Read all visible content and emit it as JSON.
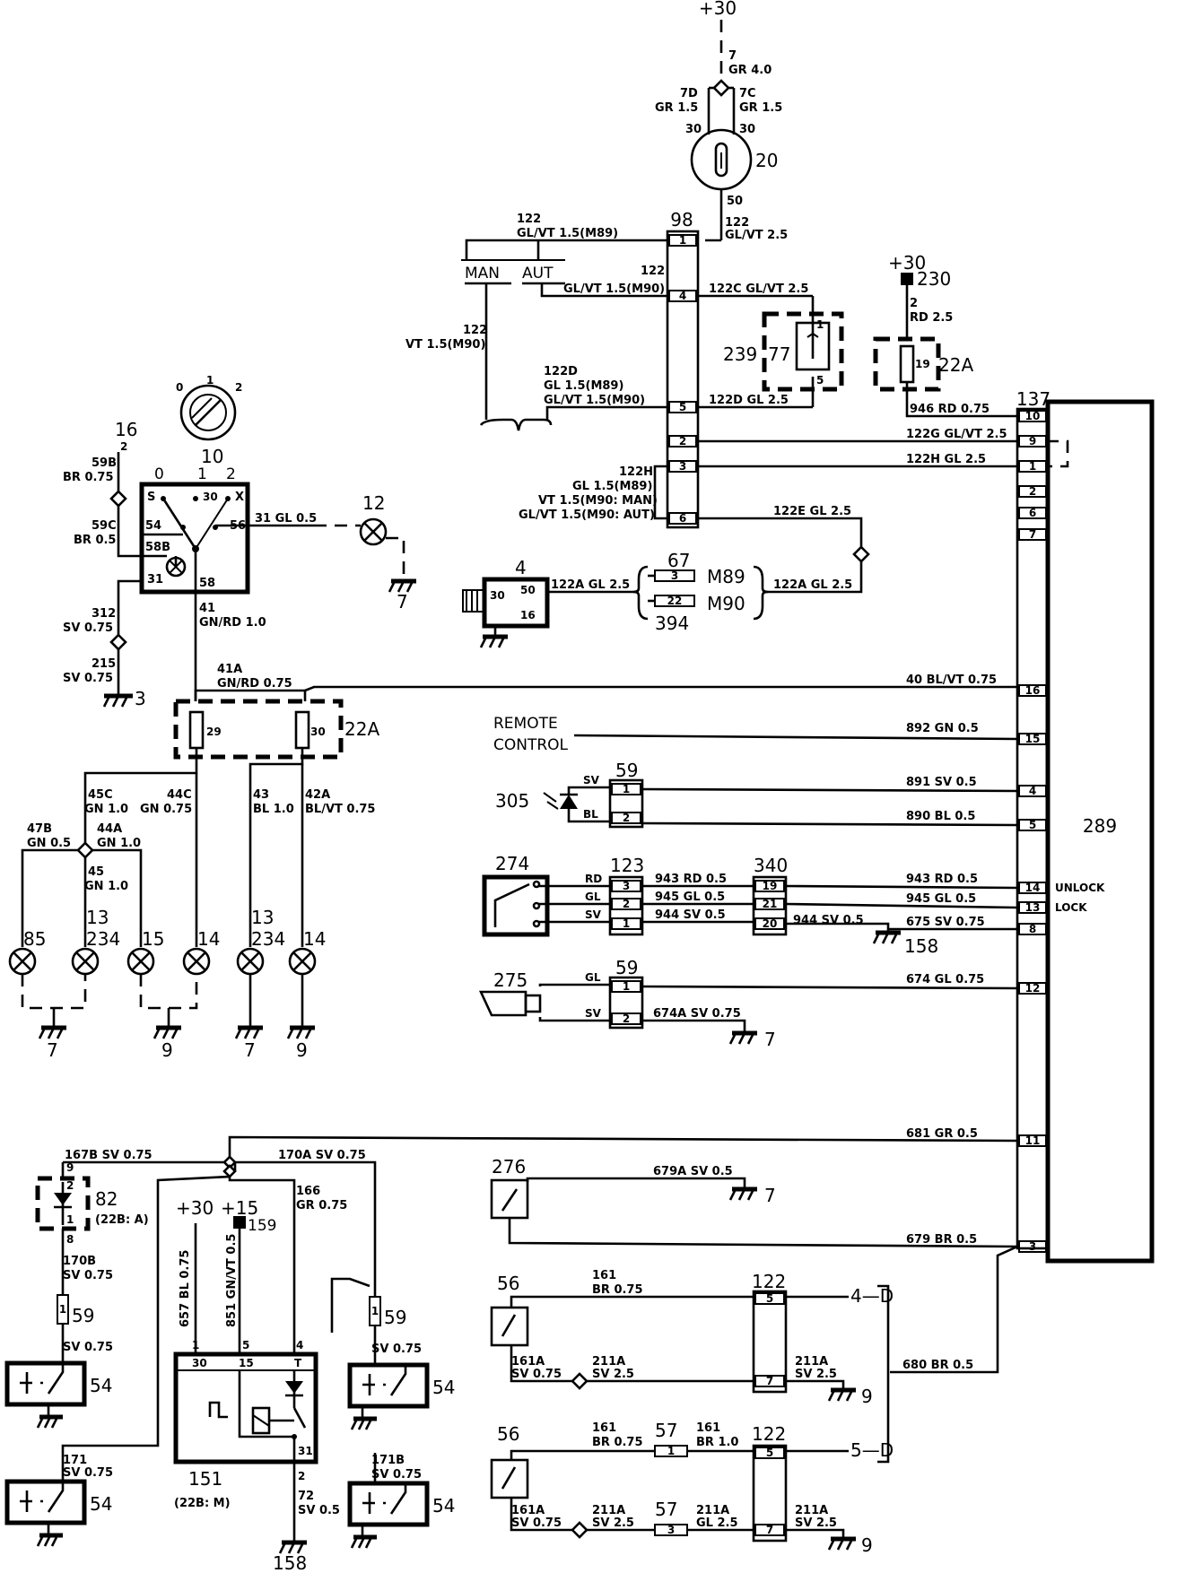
{
  "components": {
    "c20": "20",
    "c98": "98",
    "c230": "230",
    "c22a_top": "22A",
    "c239": "239",
    "c77": "77",
    "c10": "10",
    "c16": "16",
    "c12": "12",
    "c4": "4",
    "c67": "67",
    "c394": "394",
    "c22a_mid": "22A",
    "c137": "137",
    "c289": "289",
    "c59_a": "59",
    "c305": "305",
    "c274": "274",
    "c123": "123",
    "c340": "340",
    "c275": "275",
    "c59_b": "59",
    "c85": "85",
    "c13a": "13",
    "c234a": "234",
    "c15": "15",
    "c14a": "14",
    "c13b": "13",
    "c234b": "234",
    "c14b": "14",
    "c276": "276",
    "c56a": "56",
    "c56b": "56",
    "c122a": "122",
    "c122b": "122",
    "c57a": "57",
    "c57b": "57",
    "c82": "82",
    "c82sub": "(22B: A)",
    "c59_c": "59",
    "c59_d": "59",
    "c159": "159",
    "c151": "151",
    "c151sub": "(22B: M)",
    "c54a": "54",
    "c54b": "54",
    "c54c": "54",
    "c54d": "54"
  },
  "supplies": {
    "p30_top": "+30",
    "p30_230": "+30",
    "p30_151": "+30",
    "p15_151": "+15"
  },
  "grounds": {
    "g7_12": "7",
    "g3": "3",
    "g7_a": "7",
    "g9_a": "9",
    "g7_b": "7",
    "g9_b": "9",
    "g158_a": "158",
    "g7_275": "7",
    "g7_276": "7",
    "g9_56a": "9",
    "g9_56b": "9",
    "g158_b": "158"
  },
  "labels": {
    "man": "MAN",
    "aut": "AUT",
    "remote": "REMOTE",
    "control": "CONTROL",
    "unlock": "UNLOCK",
    "lock": "LOCK",
    "ref4d": "4—D",
    "ref5d": "5—D",
    "m89": "M89",
    "m90": "M90",
    "sw_0": "0",
    "sw_1": "1",
    "sw_2": "2",
    "sw_s": "S",
    "sw_x": "X"
  },
  "wires": {
    "w7": "7",
    "w7c": "GR 4.0",
    "w7d": "7D",
    "w7dc": "GR 1.5",
    "w7c2": "7C",
    "w7c2c": "GR 1.5",
    "w122t": "122",
    "w122tc": "GL/VT 1.5(M89)",
    "w122r": "122",
    "w122rc": "GL/VT 2.5",
    "w122m": "122",
    "w122mc": "GL/VT 1.5(M90)",
    "w122c": "122C GL/VT 2.5",
    "w122v": "122",
    "w122vc": "VT 1.5(M90)",
    "w2": "2",
    "w2c": "RD 2.5",
    "w122d": "122D",
    "w122d1": "GL 1.5(M89)",
    "w122d2": "GL/VT 1.5(M90)",
    "w122d_r": "122D GL 2.5",
    "w946": "946 RD 0.75",
    "w122g": "122G GL/VT 2.5",
    "w122h_r": "122H GL 2.5",
    "w122h": "122H",
    "w122h1": "GL 1.5(M89)",
    "w122h2": "VT 1.5(M90: MAN)",
    "w122h3": "GL/VT 1.5(M90: AUT)",
    "w122e": "122E GL 2.5",
    "w122a_l": "122A GL 2.5",
    "w122a_r": "122A GL 2.5",
    "w59b": "59B",
    "w59bc": "BR 0.75",
    "w59c": "59C",
    "w59cc": "BR 0.5",
    "w31": "31 GL 0.5",
    "w312": "312",
    "w312c": "SV 0.75",
    "w215": "215",
    "w215c": "SV 0.75",
    "w41": "41",
    "w41c": "GN/RD 1.0",
    "w41a": "41A",
    "w41ac": "GN/RD 0.75",
    "w40": "40 BL/VT 0.75",
    "w892": "892 GN 0.5",
    "w891": "891 SV 0.5",
    "w890": "890 BL 0.5",
    "w45c": "45C",
    "w45cc": "GN 1.0",
    "w44c": "44C",
    "w44cc": "GN 0.75",
    "w43": "43",
    "w43c": "BL 1.0",
    "w42a": "42A",
    "w42ac": "BL/VT 0.75",
    "w47b": "47B",
    "w47bc": "GN 0.5",
    "w44a": "44A",
    "w44ac": "GN 1.0",
    "w45": "45",
    "w45c2": "GN 1.0",
    "w943a": "943 RD 0.5",
    "w945a": "945 GL 0.5",
    "w944a": "944 SV 0.5",
    "w943b": "943 RD 0.5",
    "w945b": "945 GL 0.5",
    "w944b": "944 SV 0.5",
    "w675": "675 SV 0.75",
    "rd": "RD",
    "gl": "GL",
    "sv": "SV",
    "bl": "BL",
    "w674": "674 GL 0.75",
    "w674a": "674A SV 0.75",
    "gl275": "GL",
    "sv275": "SV",
    "w681": "681 GR 0.5",
    "w679a": "679A SV 0.5",
    "w679": "679 BR 0.5",
    "w680": "680 BR 0.5",
    "w161a": "161",
    "w161ac": "BR 0.75",
    "w161b": "161",
    "w161bc": "BR 0.75",
    "w161c": "161",
    "w161cc": "BR 1.0",
    "w161x1": "161A",
    "w161x1c": "SV 0.75",
    "w211x1": "211A",
    "w211x1c": "SV 2.5",
    "w211r1": "211A",
    "w211r1c": "SV 2.5",
    "w161x2": "161A",
    "w161x2c": "SV 0.75",
    "w211x2": "211A",
    "w211x2c": "SV 2.5",
    "w211y2": "211A",
    "w211y2c": "GL 2.5",
    "w211r2": "211A",
    "w211r2c": "SV 2.5",
    "w167b": "167B SV 0.75",
    "w170a": "170A SV 0.75",
    "w166": "166",
    "w166c": "GR 0.75",
    "w170b": "170B",
    "w170bc": "SV 0.75",
    "w657": "657 BL 0.75",
    "w851": "851 GN/VT 0.5",
    "w171": "171",
    "w171c": "SV 0.75",
    "w171b": "171B",
    "w171bc": "SV 0.75",
    "w72": "72",
    "w72c": "SV 0.5",
    "svl": "SV 0.75",
    "svr": "SV 0.75"
  },
  "pins": {
    "p30a": "30",
    "p30b": "30",
    "p50": "50",
    "p98_1": "1",
    "p98_4": "4",
    "p98_5": "5",
    "p98_2": "2",
    "p98_3": "3",
    "p98_6": "6",
    "p77_1": "1",
    "p77_5": "5",
    "p22a19": "19",
    "p137_10": "10",
    "p137_9": "9",
    "p137_1": "1",
    "p137_2": "2",
    "p137_6": "6",
    "p137_7": "7",
    "p137_16": "16",
    "p137_15": "15",
    "p137_4": "4",
    "p137_5": "5",
    "p137_14": "14",
    "p137_13": "13",
    "p137_8": "8",
    "p137_12": "12",
    "p137_11": "11",
    "p137_3": "3",
    "p10_30": "30",
    "p10_54": "54",
    "p10_56": "56",
    "p10_58b": "58B",
    "p10_31": "31",
    "p10_58": "58",
    "p16_2": "2",
    "p4_50": "50",
    "p4_30": "30",
    "p4_16": "16",
    "p67_3": "3",
    "p394_22": "22",
    "p22a_29": "29",
    "p22a_30": "30",
    "p59a_1": "1",
    "p59a_2": "2",
    "p123_3": "3",
    "p123_2": "2",
    "p123_1": "1",
    "p340_19": "19",
    "p340_21": "21",
    "p340_20": "20",
    "p59b_1": "1",
    "p59b_2": "2",
    "p122a_5": "5",
    "p122a_7": "7",
    "p122b_5": "5",
    "p122b_7": "7",
    "p57a_1": "1",
    "p57b_3": "3",
    "p82_9": "9",
    "p82_2": "2",
    "p82_1": "1",
    "p82_8": "8",
    "p59c_1": "1",
    "p59d_1": "1",
    "p151_1": "1",
    "p151_5": "5",
    "p151_4": "4",
    "p151_30": "30",
    "p151_15": "15",
    "p151_t": "T",
    "p151_31": "31",
    "p151_2": "2"
  }
}
